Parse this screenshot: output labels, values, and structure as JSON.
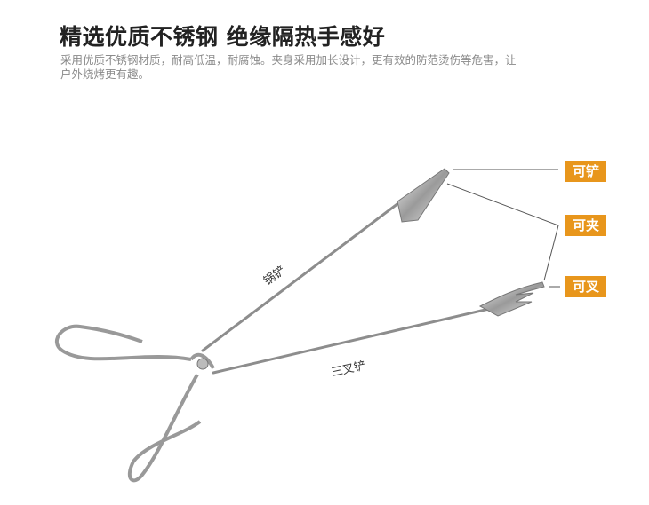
{
  "heading": "精选优质不锈钢 绝缘隔热手感好",
  "description": "采用优质不锈钢材质，耐高低温，耐腐蚀。夹身采用加长设计，更有效的防范烫伤等危害，让户外烧烤更有趣。",
  "callouts": [
    "可铲",
    "可夹",
    "可叉"
  ],
  "part_labels": {
    "upper_arm": "锅铲",
    "lower_arm": "三叉铲"
  },
  "colors": {
    "accent": "#e8961c",
    "heading": "#222222",
    "text": "#8a8a8a"
  }
}
